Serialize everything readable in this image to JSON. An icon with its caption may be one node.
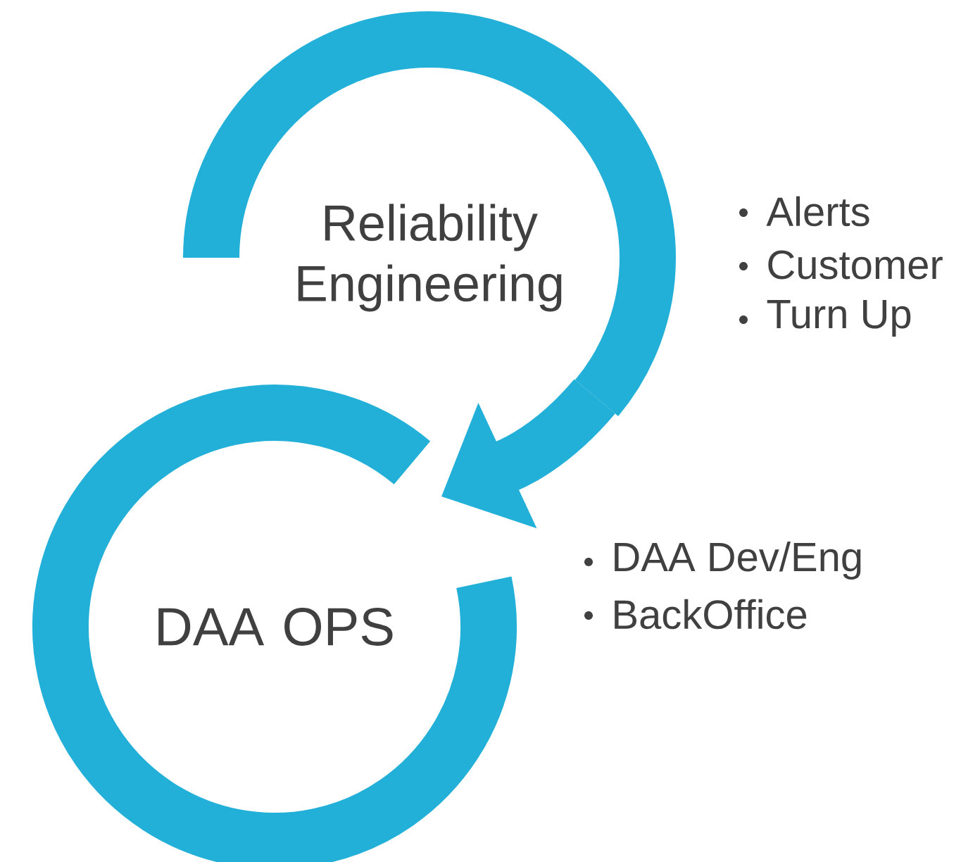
{
  "diagram": {
    "nodes": [
      {
        "text": [
          "Reliability Engineering"
        ],
        "beside": [
          "Alerts",
          "Customer",
          "Turn Up"
        ]
      },
      {
        "text": [
          "DAA OPS"
        ],
        "beside": [
          "DAA Dev/Eng",
          "BackOffice"
        ]
      }
    ],
    "edges": [
      {
        "from": 0,
        "to": 1,
        "arrow": "to"
      }
    ]
  }
}
